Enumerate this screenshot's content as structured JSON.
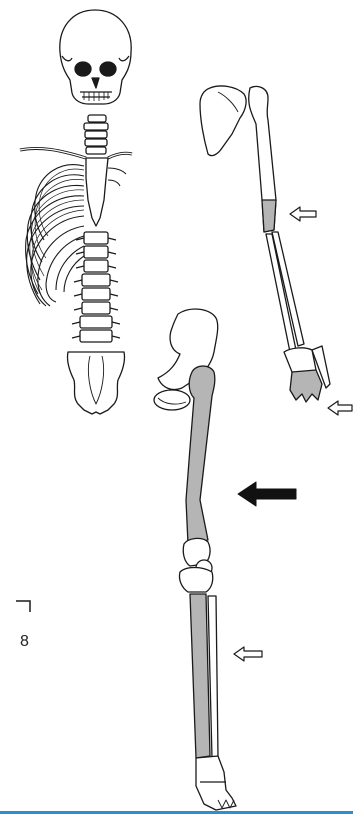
{
  "figure": {
    "scale_label": "8",
    "colors": {
      "outline": "#1a1a1a",
      "bone_fill": "#ffffff",
      "highlight_fill": "#b5b5b5",
      "rule": "#2b8fd6"
    },
    "skeleton_parts": {
      "axial": [
        "skull",
        "cervical-spine",
        "sternum",
        "rib-cage",
        "lumbar-spine",
        "pelvis-sacrum"
      ],
      "upper_limb": [
        "scapula",
        "humerus",
        "radius",
        "ulna",
        "hand"
      ],
      "lower_limb": [
        "hip-bone",
        "femur",
        "patella",
        "tibia",
        "fibula",
        "foot"
      ]
    },
    "highlighted_segments": [
      "humerus-mid",
      "hand-fingers",
      "femur-shaft",
      "tibia-shaft"
    ],
    "arrows": [
      {
        "name": "humerus-pointer-arrow",
        "style": "outline",
        "direction": "left"
      },
      {
        "name": "hand-pointer-arrow",
        "style": "outline",
        "direction": "left"
      },
      {
        "name": "femur-pointer-arrow",
        "style": "solid",
        "direction": "left"
      },
      {
        "name": "tibia-pointer-arrow",
        "style": "outline",
        "direction": "left"
      }
    ]
  }
}
